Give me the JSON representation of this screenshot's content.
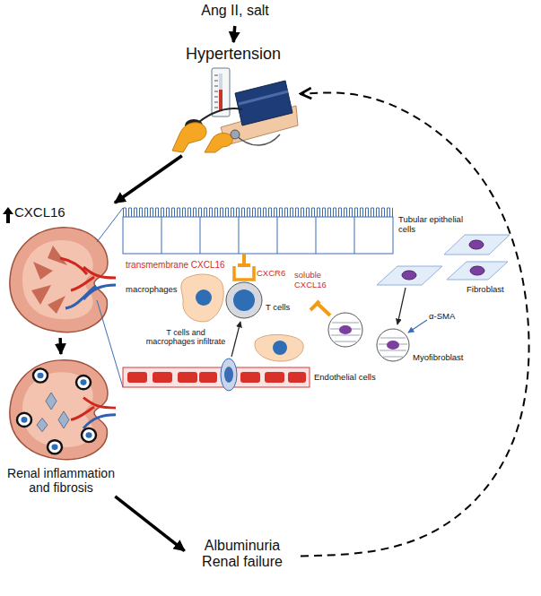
{
  "diagram": {
    "nodes": [
      {
        "text": [
          "Ang II, salt"
        ]
      },
      {
        "text": [
          "Hypertension"
        ]
      },
      {
        "text": [
          "CXCL16"
        ]
      },
      {
        "text": [
          "Renal inflammation and fibrosis"
        ]
      },
      {
        "text": [
          "Albuminuria Renal failure"
        ]
      }
    ],
    "edges": [
      {
        "from": 0,
        "to": 1,
        "arrow": "to"
      },
      {
        "from": 1,
        "to": 2,
        "arrow": "to"
      },
      {
        "from": 2,
        "to": 3,
        "arrow": "to"
      },
      {
        "from": 3,
        "to": 4,
        "arrow": "to"
      },
      {
        "from": 4,
        "to": 1,
        "arrow": "to"
      }
    ],
    "labels": [
      "Tubular epithelial cells",
      "transmembrane CXCL16",
      "CXCR6",
      "macrophages",
      "T cells",
      "T cells and macrophages infiltrate",
      "Endothelial cells",
      "soluble CXCL16",
      "Fibroblast",
      "α-SMA",
      "Myofibroblast"
    ]
  }
}
